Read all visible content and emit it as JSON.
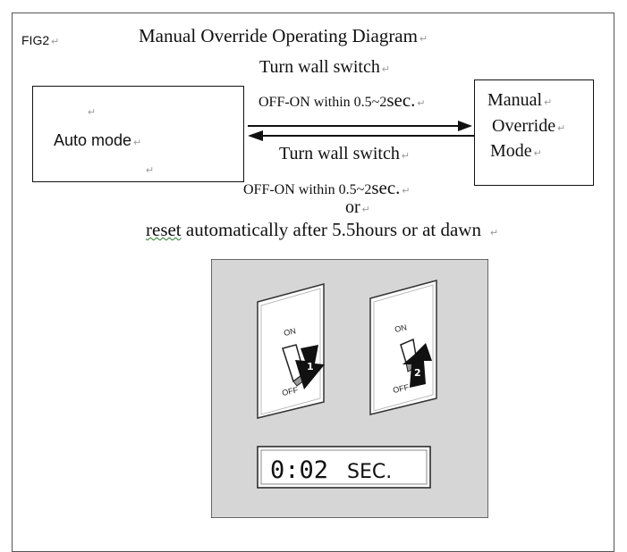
{
  "figure_label": "FIG2",
  "title": "Manual Override Operating Diagram",
  "auto_mode": {
    "label": "Auto mode"
  },
  "manual_mode": {
    "line1": "Manual",
    "line2": "Override",
    "line3": "Mode"
  },
  "forward_arrow": {
    "line1": "Turn wall switch",
    "line2_prefix": "OFF-ON within 0.5~2",
    "line2_unit": "sec."
  },
  "reverse_arrow": {
    "line1": "Turn wall switch",
    "line2_prefix": "OFF-ON within 0.5~2",
    "line2_unit": "sec."
  },
  "or_text": "or",
  "reset_first": "reset",
  "reset_rest": " automatically after 5.5hours or at dawn",
  "paragraph_mark": "↵",
  "illustration": {
    "switch1": {
      "on_label": "ON",
      "off_label": "OFF",
      "step": "1"
    },
    "switch2": {
      "on_label": "ON",
      "off_label": "OFF",
      "step": "2"
    },
    "timer_value": "0:02",
    "timer_unit": "SEC.",
    "colors": {
      "panel_bg": "#d6d6d6",
      "arrow": "#111111",
      "plate": "#ffffff"
    }
  }
}
